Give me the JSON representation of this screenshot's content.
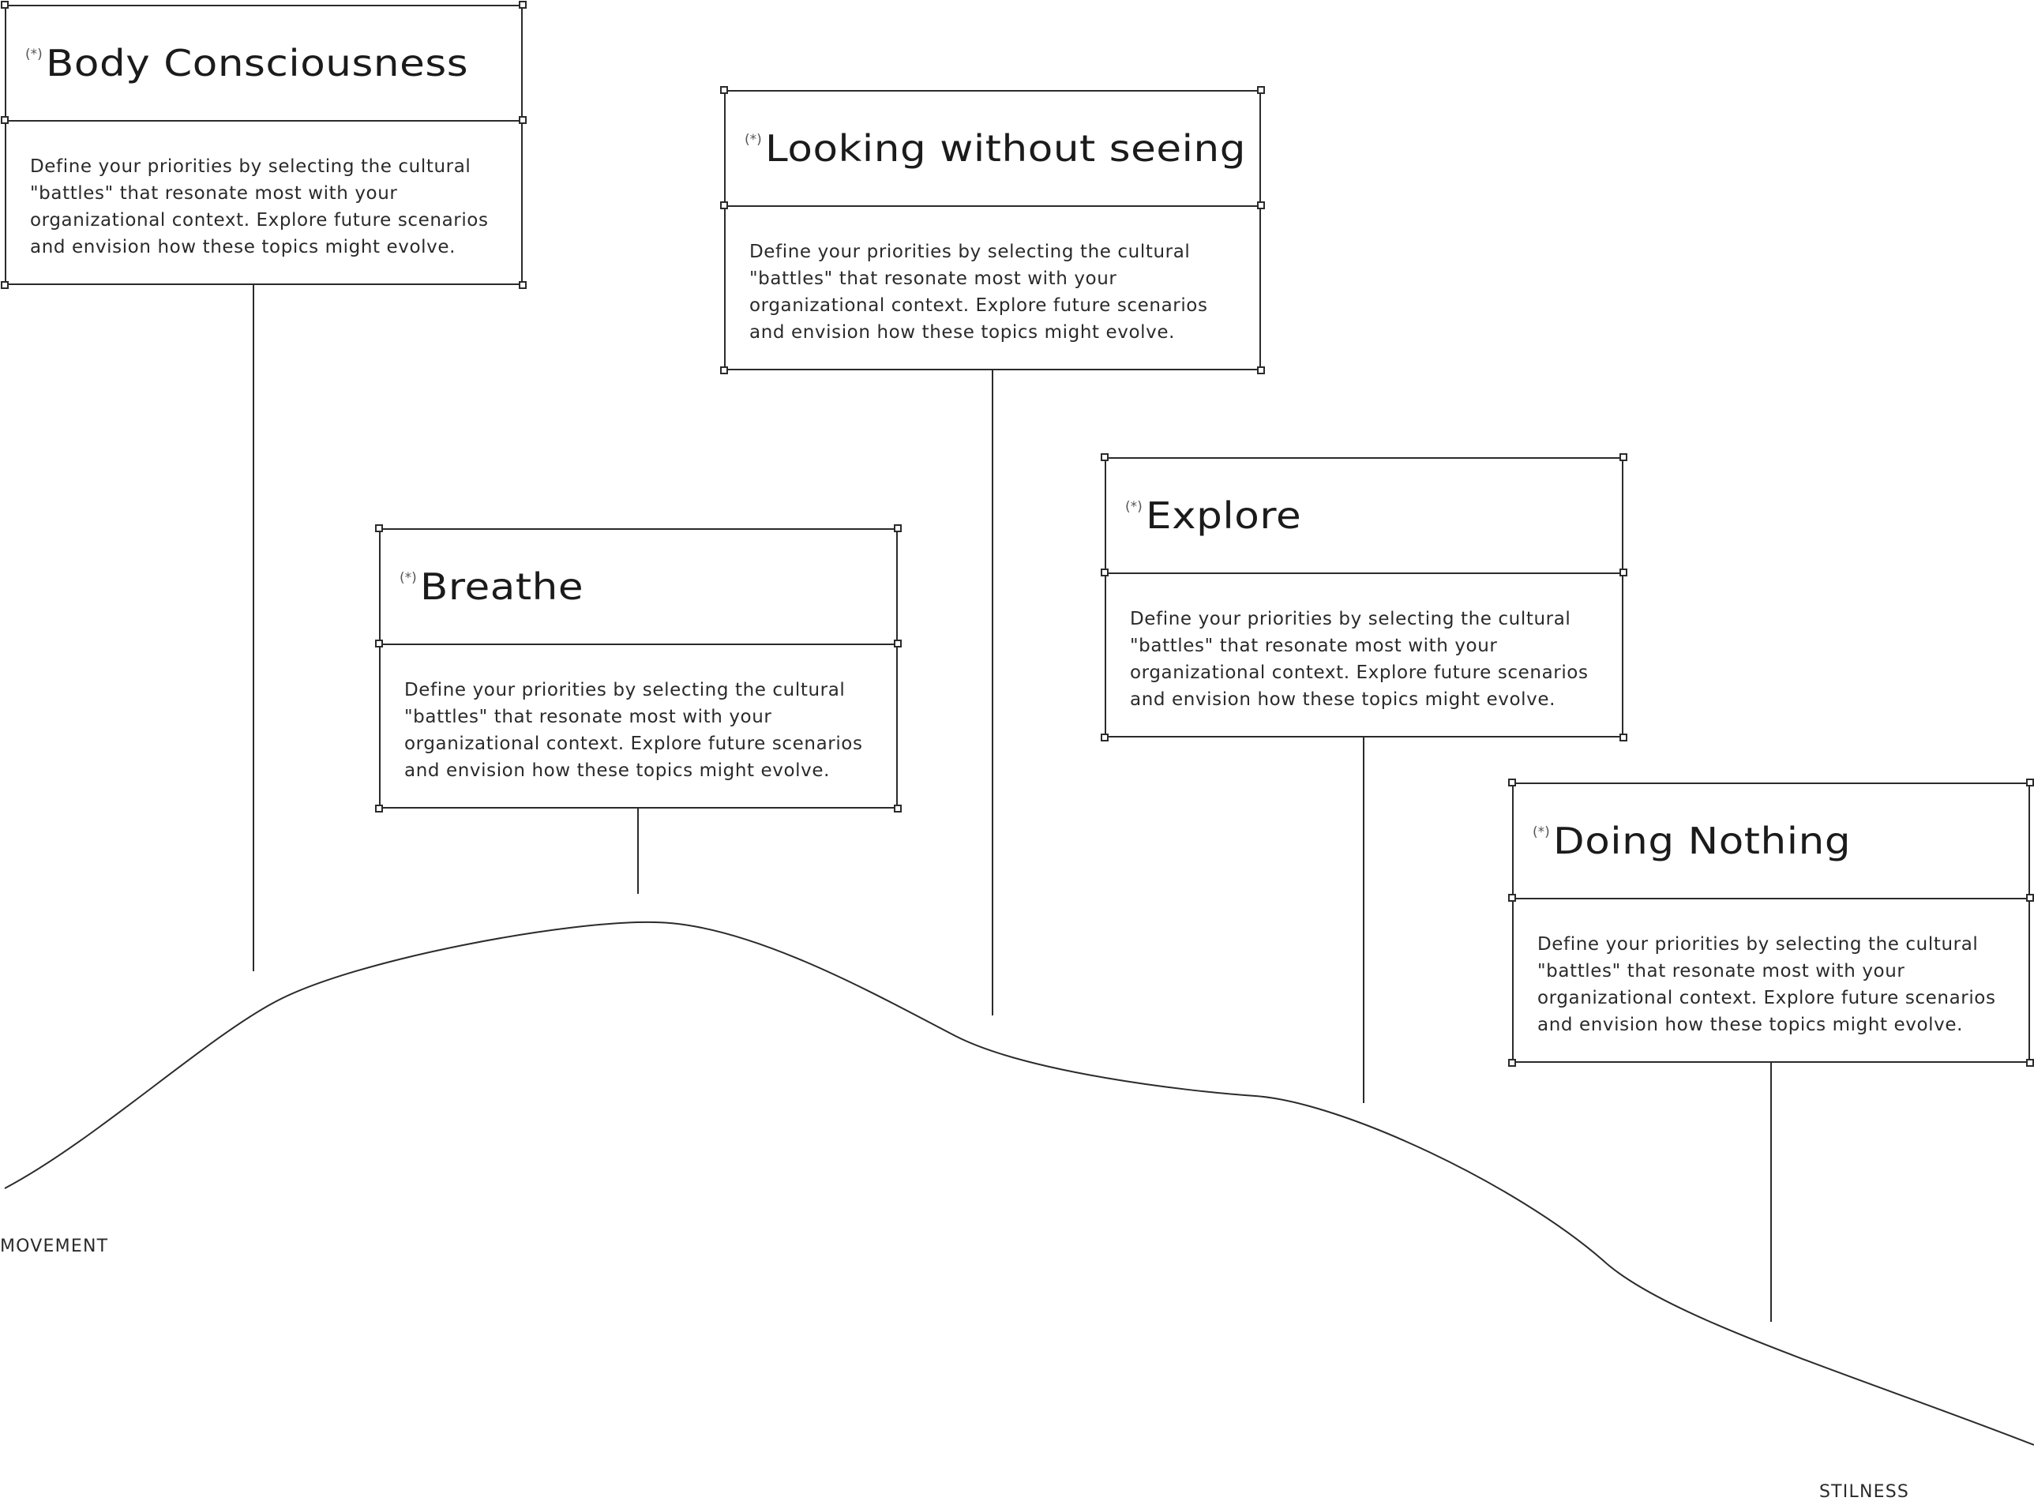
{
  "cards": [
    {
      "marker": "(*)",
      "title": "Body Consciousness",
      "body": "Define your priorities by selecting the cultural \"battles\" that resonate most with your organizational context. Explore future scenarios and envision how these topics might evolve."
    },
    {
      "marker": "(*)",
      "title": "Looking without seeing",
      "body": "Define your priorities by selecting the cultural \"battles\" that resonate most with your organizational context. Explore future scenarios and envision how these topics might evolve."
    },
    {
      "marker": "(*)",
      "title": "Breathe",
      "body": "Define your priorities by selecting the cultural \"battles\" that resonate most with your organizational context. Explore future scenarios and envision how these topics might evolve."
    },
    {
      "marker": "(*)",
      "title": "Explore",
      "body": "Define your priorities by selecting the cultural \"battles\" that resonate most with your organizational context. Explore future scenarios and envision how these topics might evolve."
    },
    {
      "marker": "(*)",
      "title": "Doing Nothing",
      "body": "Define your priorities by selecting the cultural \"battles\" that resonate most with your organizational context. Explore future scenarios and envision how these topics might evolve."
    }
  ],
  "axis": {
    "start_label": "MOVEMENT",
    "end_label": "STILNESS"
  }
}
